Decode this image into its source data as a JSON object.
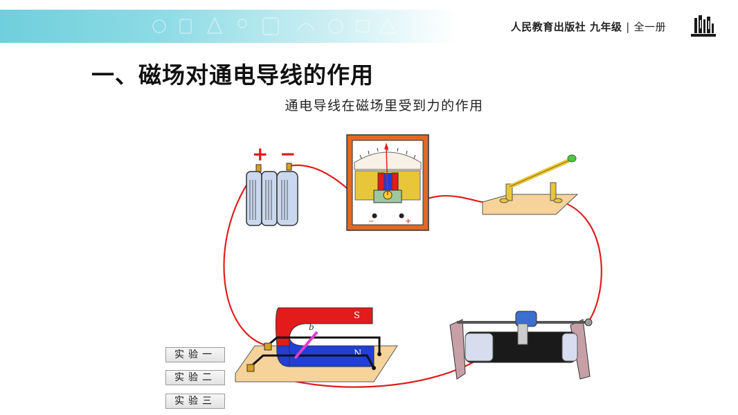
{
  "header": {
    "publisher": "人民教育出版社",
    "grade": "九年级",
    "separator": "|",
    "volume": "全一册"
  },
  "page": {
    "title": "一、磁场对通电导线的作用",
    "subtitle": "通电导线在磁场里受到力的作用"
  },
  "diagram": {
    "battery_plus": "+",
    "battery_minus": "−",
    "magnet_south": "S",
    "magnet_north": "N",
    "wire_label": "b",
    "meter_minus": "−",
    "meter_plus": "+"
  },
  "buttons": {
    "experiment_1": "实验一",
    "experiment_2": "实验二",
    "experiment_3": "实验三"
  },
  "colors": {
    "banner_start": "#6fcfdc",
    "wire": "#e01d1d",
    "magnet_red": "#e31b1b",
    "magnet_blue": "#1f3fd8",
    "board": "#f6d39b"
  }
}
